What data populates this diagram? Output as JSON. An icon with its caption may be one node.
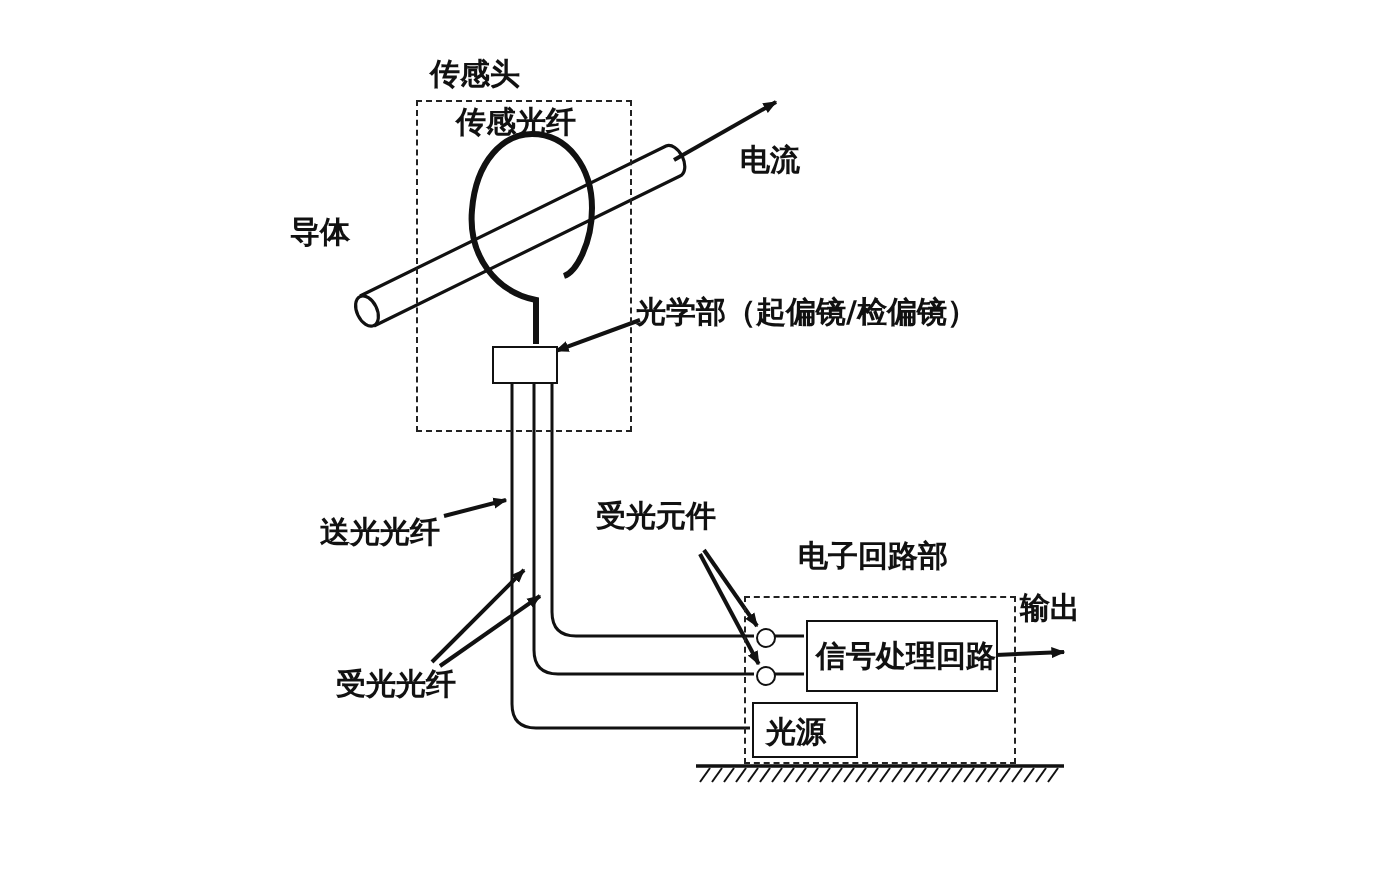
{
  "diagram": {
    "nodes": [
      {
        "text": [
          "传感头",
          "传感光纤"
        ]
      },
      {
        "text": [],
        "shape": "box",
        "in": 0
      },
      {
        "text": [
          "光学部（起偏镜/检偏镜）"
        ]
      },
      {
        "text": [
          "电子回路部"
        ]
      },
      {
        "text": [
          "信号处理回路"
        ],
        "in": 3
      },
      {
        "text": [
          "光源"
        ],
        "in": 3
      },
      {
        "text": [],
        "shape": "circle",
        "in": 3
      },
      {
        "text": [],
        "shape": "circle",
        "in": 3
      },
      {
        "text": [
          "受光元件"
        ]
      },
      {
        "text": [
          "送光光纤"
        ]
      },
      {
        "text": [
          "受光光纤"
        ]
      }
    ],
    "edges": [
      {
        "from": 2,
        "to": 1,
        "arrow": "to"
      },
      {
        "from": 5,
        "to": 1,
        "arrow": "none"
      },
      {
        "from": 1,
        "to": 7,
        "arrow": "none"
      },
      {
        "from": 1,
        "to": 6,
        "arrow": "none"
      },
      {
        "from": 6,
        "to": 4,
        "arrow": "none"
      },
      {
        "from": 7,
        "to": 4,
        "arrow": "none"
      },
      {
        "from": 8,
        "to": 6,
        "arrow": "to"
      },
      {
        "from": 8,
        "to": 7,
        "arrow": "to"
      },
      {
        "from": 9,
        "to": null,
        "arrow": "to"
      },
      {
        "from": 10,
        "to": null,
        "arrow": "to"
      },
      {
        "from": 10,
        "to": null,
        "arrow": "to"
      },
      {
        "from": 4,
        "to": null,
        "arrow": "to",
        "label": "输出"
      }
    ],
    "labels": [
      "导体",
      "电流"
    ]
  }
}
